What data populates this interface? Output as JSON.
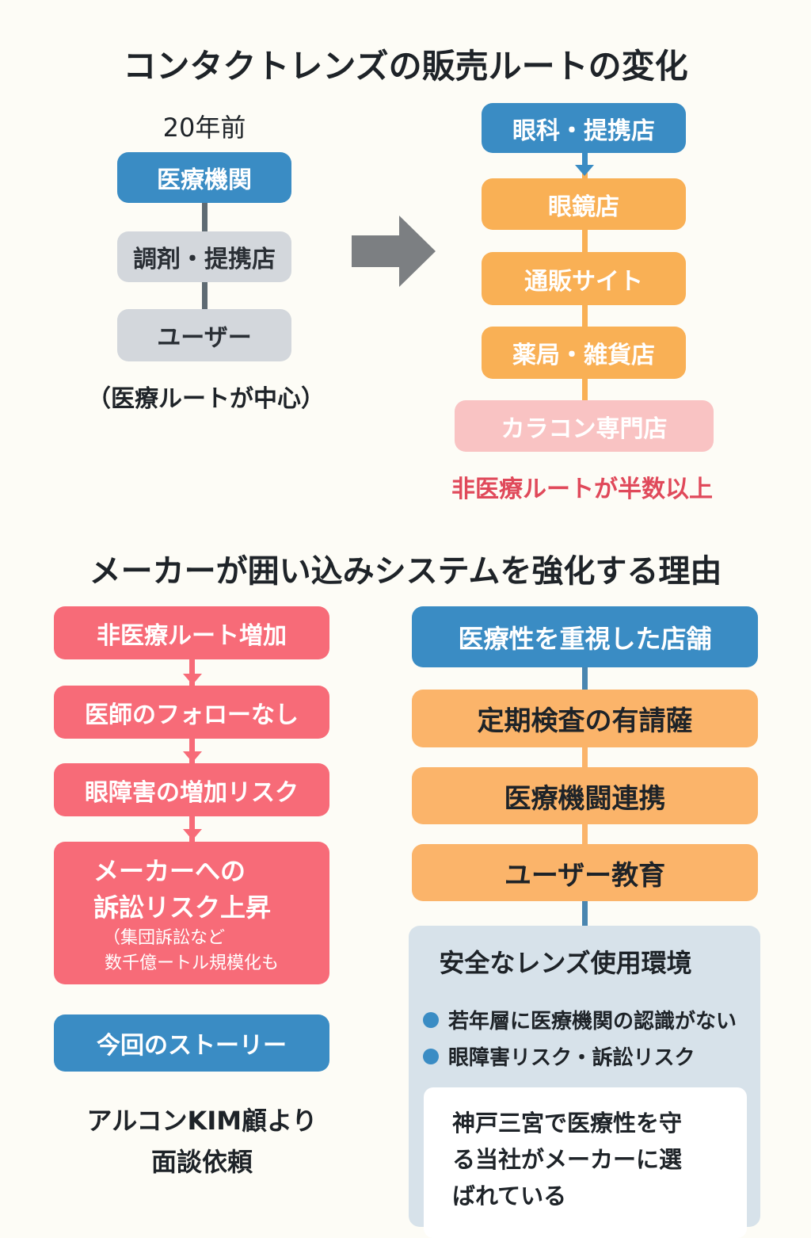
{
  "title": "コンタクトレンズの販売ルートの変化",
  "past": {
    "label": "20年前",
    "boxes": [
      "医療機関",
      "調剤・提携店",
      "ユーザー"
    ],
    "note": "（医療ルートが中心）"
  },
  "present": {
    "boxes": [
      "眼科・提携店",
      "眼鏡店",
      "通販サイト",
      "薬局・雑貨店",
      "カラコン専門店"
    ],
    "note": "非医療ルートが半数以上"
  },
  "section2": {
    "title": "メーカーが囲い込みシステムを強化する理由",
    "left": {
      "steps": [
        "非医療ルート増加",
        "医師のフォローなし",
        "眼障害の増加リスク"
      ],
      "big_box": {
        "line1": "メーカーへの",
        "line2": "訴訟リスク上昇",
        "sub1": "（集団訴訟など",
        "sub2": "数千億ートル規模化も"
      },
      "story_button": "今回のストーリー",
      "story_text1": "アルコンKIM顧より",
      "story_text2": "面談依頼"
    },
    "right": {
      "header": "医療性を重視した店舗",
      "items": [
        "定期検査の有請薩",
        "医療機闘連携",
        "ユーザー教育"
      ],
      "panel": {
        "title": "安全なレンズ使用環境",
        "bullets": [
          "若年層に医療機関の認識がない",
          "眼障害リスク・訴訟リスク"
        ],
        "message": [
          "神戸三宮で医療性を守",
          "る当社がメーカーに選",
          "ばれている"
        ]
      }
    }
  },
  "colors": {
    "blue": "#3a8cc4",
    "orange": "#f9b055",
    "red": "#f76b78",
    "pink": "#f9c3c3",
    "gray": "#d3d7dc",
    "alert": "#e0495a",
    "panel": "#d7e2ea"
  }
}
